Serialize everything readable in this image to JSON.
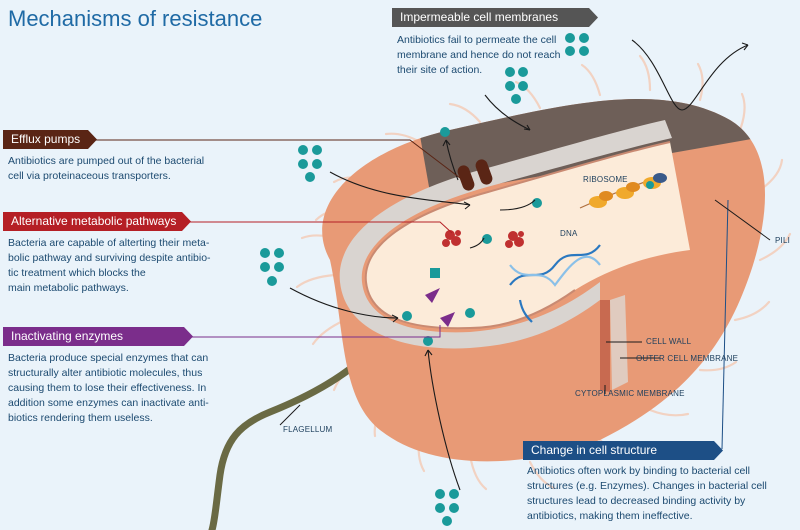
{
  "title": "Mechanisms of resistance",
  "colors": {
    "background": "#eaf3fa",
    "efflux": "#5a2515",
    "metabolic": "#b51f25",
    "enzymes": "#7b2d8b",
    "impermeable": "#555555",
    "structure": "#1d4f86",
    "teal": "#1a9a9a",
    "text": "#1c4a70"
  },
  "sections": {
    "impermeable": {
      "heading": "Impermeable cell membranes",
      "lines": [
        "Antibiotics fail to permeate the cell",
        "membrane and hence do not reach",
        "their site of action."
      ]
    },
    "efflux": {
      "heading": "Efflux pumps",
      "lines": [
        "Antibiotics are pumped out of the bacterial",
        "cell via proteinaceous transporters."
      ]
    },
    "metabolic": {
      "heading": "Alternative metabolic pathways",
      "lines": [
        "Bacteria are capable of alterting their meta-",
        "bolic pathway and surviving despite antibio-",
        "tic treatment which blocks the",
        "main metabolic pathways."
      ]
    },
    "enzymes": {
      "heading": "Inactivating enzymes",
      "lines": [
        "Bacteria produce special enzymes that can",
        "structurally alter antibiotic molecules, thus",
        "causing them to lose their effectiveness. In",
        "addition some enzymes can inactivate anti-",
        "biotics rendering them useless."
      ]
    },
    "structure": {
      "heading": "Change in cell structure",
      "lines": [
        "Antibiotics often work by binding to bacterial cell",
        "structures (e.g. Enzymes). Changes in bacterial cell",
        "structures lead to decreased binding activity by",
        "antibiotics, making them ineffective."
      ]
    }
  },
  "labels": {
    "ribosome": "RIBOSOME",
    "dna": "DNA",
    "pili": "PILI",
    "cell_wall": "CELL WALL",
    "outer_membrane": "OUTER CELL MEMBRANE",
    "cytoplasmic_membrane": "CYTOPLASMIC MEMBRANE",
    "flagellum": "FLAGELLUM"
  }
}
